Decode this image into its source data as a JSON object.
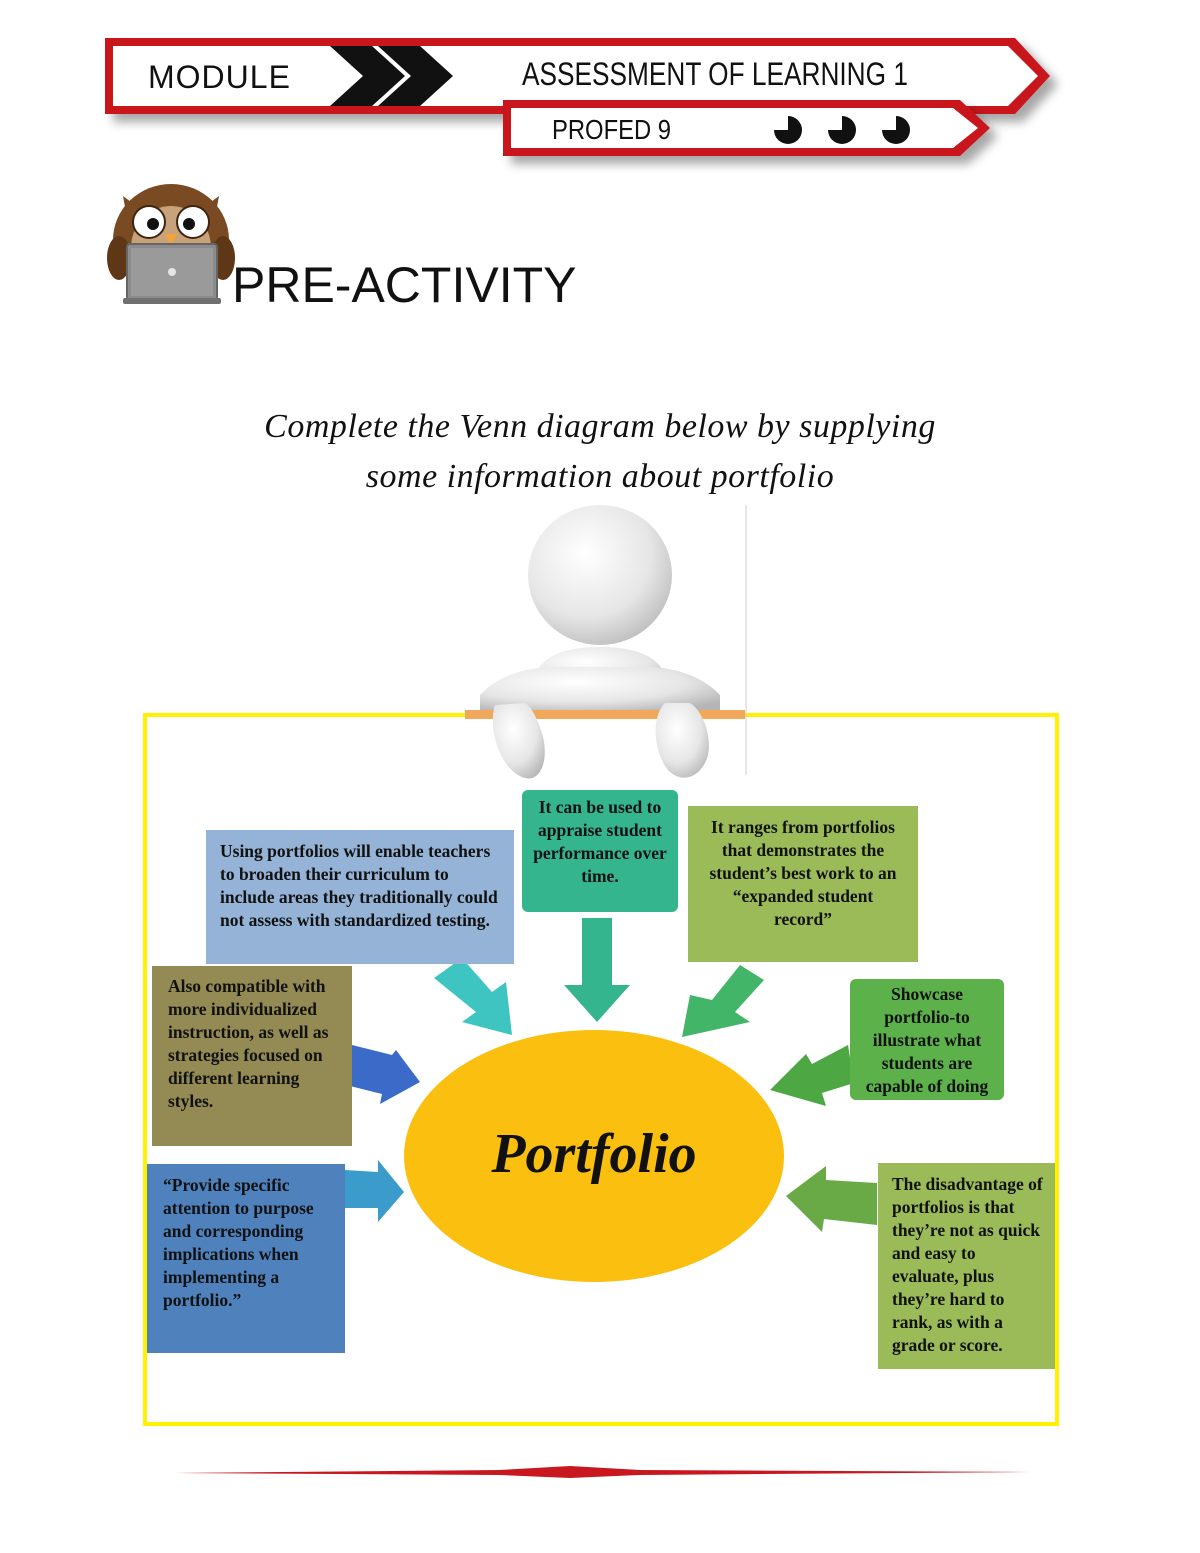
{
  "header": {
    "module_label": "MODULE",
    "course_title": "ASSESSMENT OF LEARNING 1",
    "course_code": "PROFED 9",
    "pie_icons": [
      "pie-icon",
      "pie-icon",
      "pie-icon"
    ],
    "accent_color": "#c8171e"
  },
  "section": {
    "title": "PRE-ACTIVITY",
    "mascot_icon": "owl-with-laptop-icon"
  },
  "instruction": {
    "line1": "Complete the Venn diagram below by supplying",
    "line2": "some information about portfolio"
  },
  "diagram": {
    "center_label": "Portfolio",
    "center_color": "#fbbf10",
    "frame_color": "#fff200",
    "figure_icon": "person-leaning-over-board-icon",
    "boxes": [
      {
        "id": "appraise",
        "text": "It can be used to appraise student performance over time.",
        "color": "#35b58e"
      },
      {
        "id": "ranges",
        "text": "It ranges from portfolios that demonstrates the student’s best work to an “expanded student record”",
        "color": "#9bbb59"
      },
      {
        "id": "broaden",
        "text": "Using portfolios will enable teachers to broaden their curriculum to include areas they traditionally could not assess with standardized testing.",
        "color": "#95b3d7"
      },
      {
        "id": "showcase",
        "text": "Showcase portfolio-to illustrate what students are capable of doing",
        "color": "#5db14b"
      },
      {
        "id": "compatible",
        "text": "Also compatible with more individualized instruction, as well as strategies focused on different learning styles.",
        "color": "#948a54"
      },
      {
        "id": "specific",
        "text": "“Provide specific attention to purpose and corresponding implications when implementing a portfolio.”",
        "color": "#4f81bd"
      },
      {
        "id": "disadvantage",
        "text": "The disadvantage of portfolios is that they’re not as quick and easy to evaluate, plus they’re hard to rank, as with a grade or score.",
        "color": "#9bbb59"
      }
    ]
  }
}
